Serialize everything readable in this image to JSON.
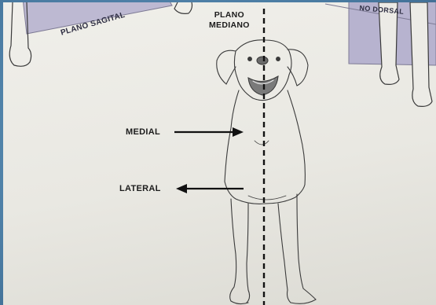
{
  "labels": {
    "plano_sagital": "PLANO SAGITAL",
    "plano_mediano_line1": "PLANO",
    "plano_mediano_line2": "MEDIANO",
    "plano_dorsal": "NO DORSAL",
    "medial": "MEDIAL",
    "lateral": "LATERAL"
  },
  "colors": {
    "frame": "#4f7fa5",
    "paper": "#ecebe6",
    "plane_fill": "#b7b3cf",
    "ink": "#1c1c1c"
  }
}
